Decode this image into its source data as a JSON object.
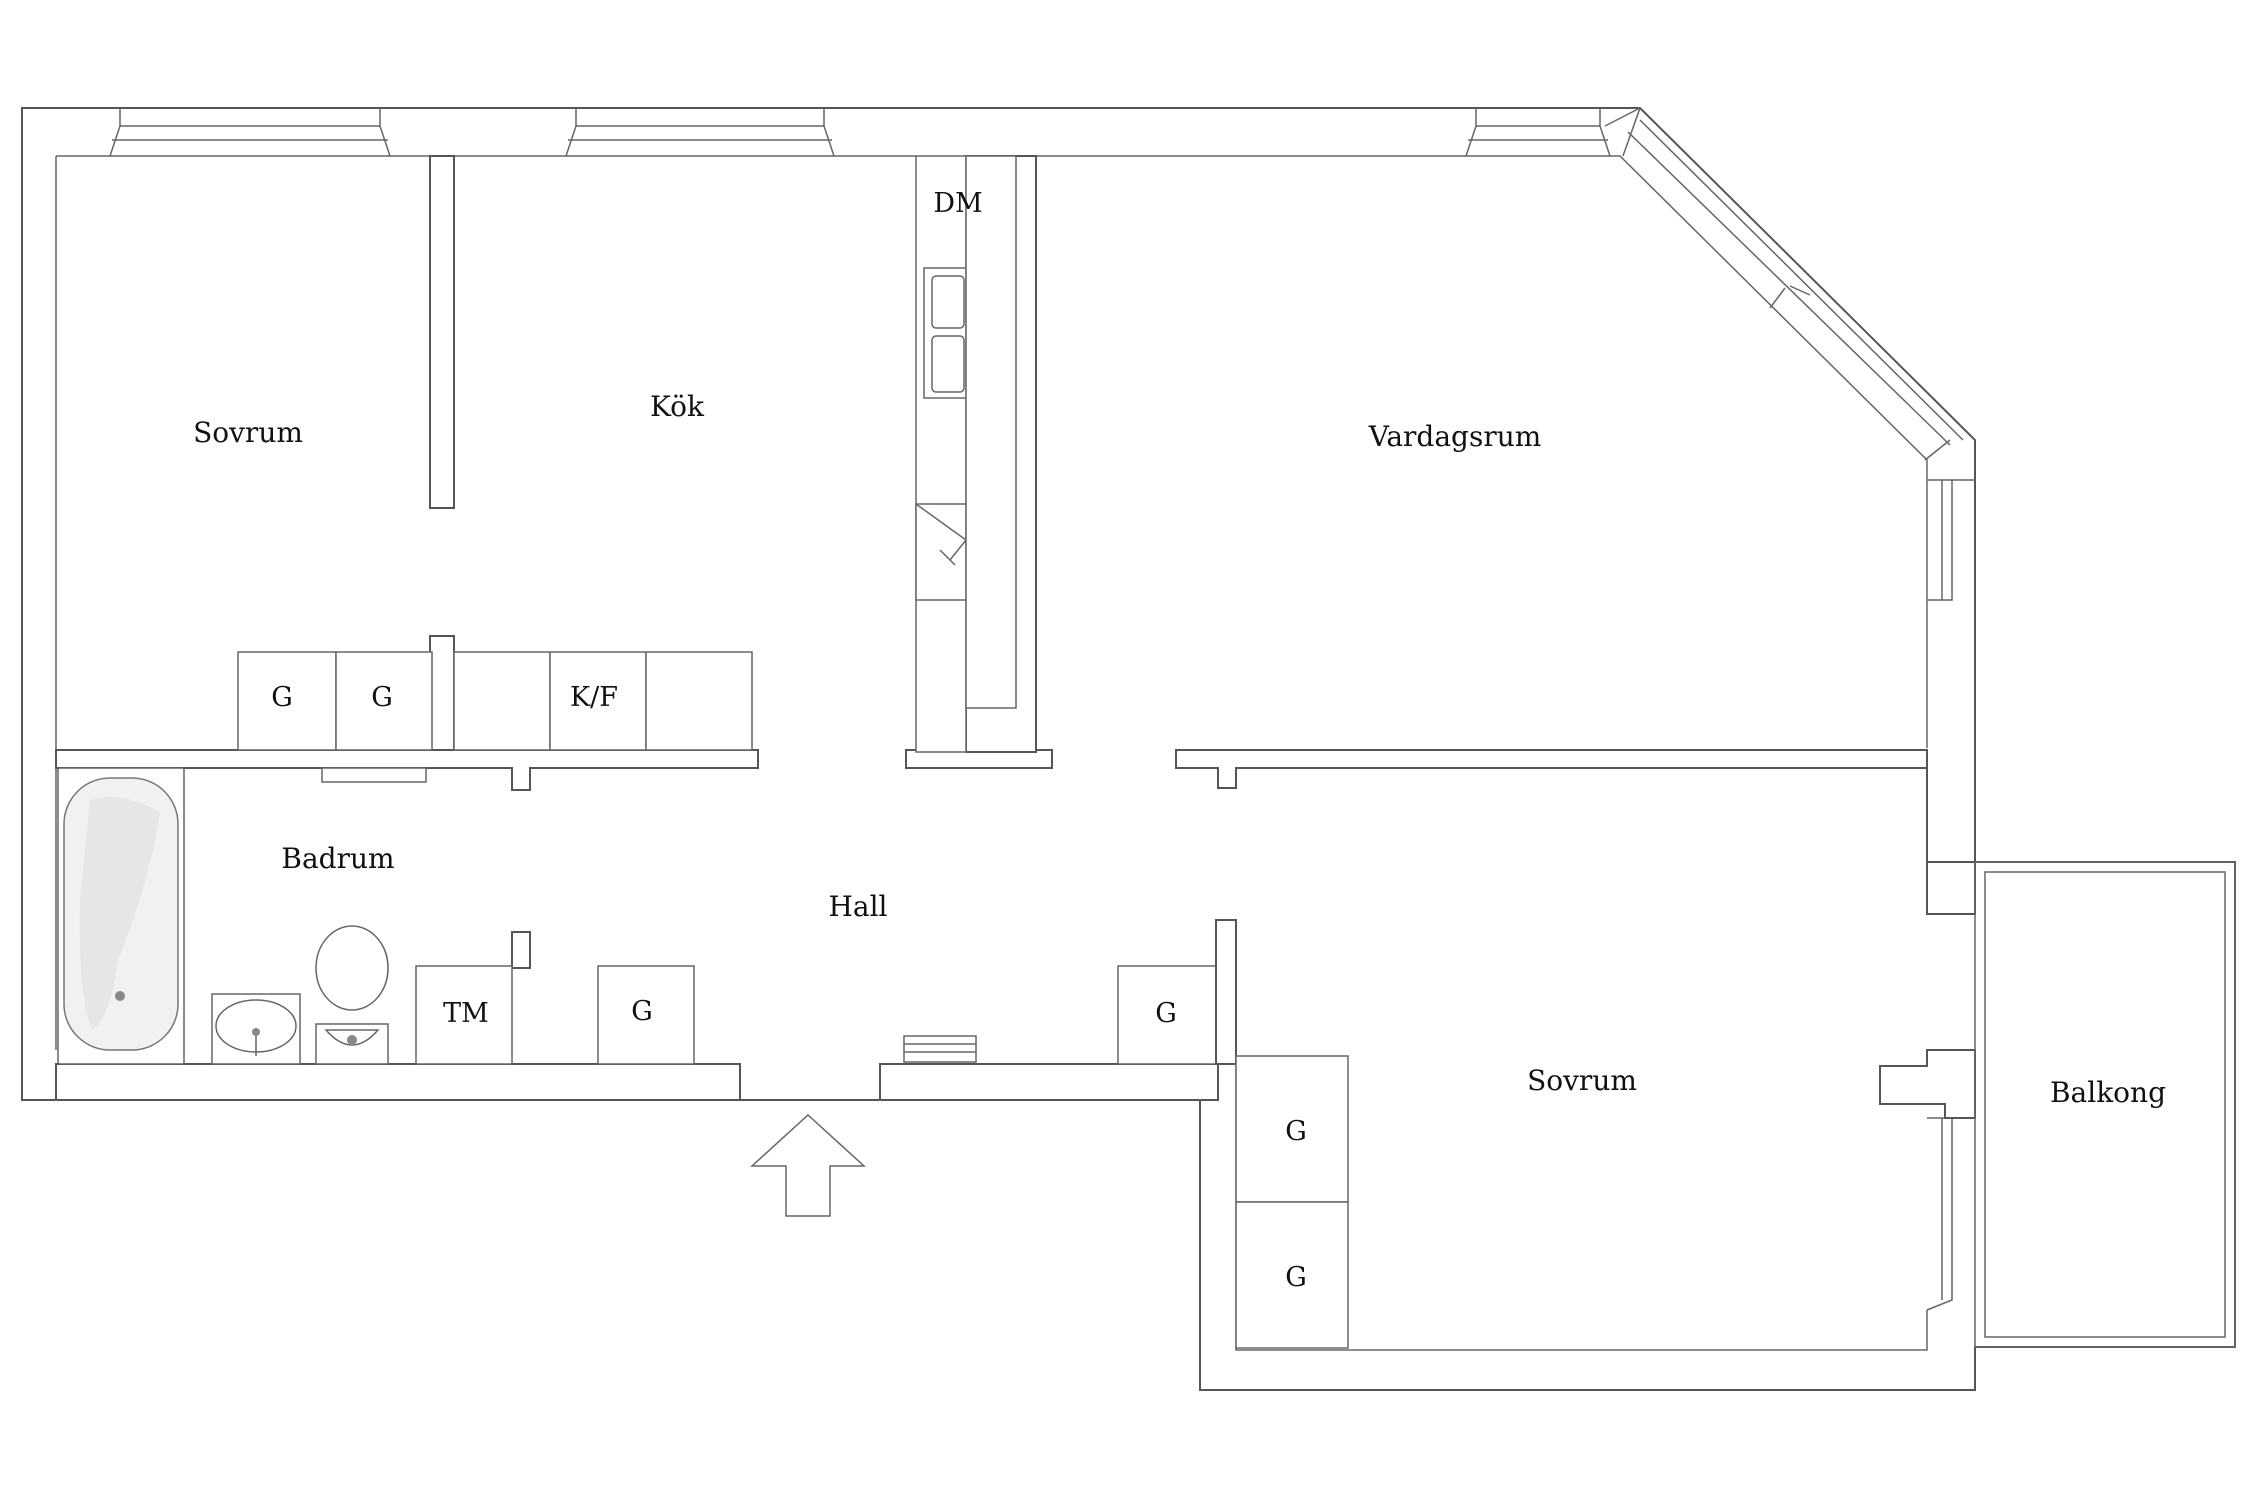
{
  "rooms": {
    "sovrum_nw": "Sovrum",
    "kok": "Kök",
    "vardagsrum": "Vardagsrum",
    "badrum": "Badrum",
    "hall": "Hall",
    "sovrum_se": "Sovrum",
    "balkong": "Balkong"
  },
  "fixtures": {
    "dm": "DM",
    "wardrobe": "G",
    "fridge_freezer": "K/F",
    "washing_machine": "TM"
  },
  "colors": {
    "walls": "#555555",
    "background": "#ffffff",
    "text": "#111111"
  }
}
